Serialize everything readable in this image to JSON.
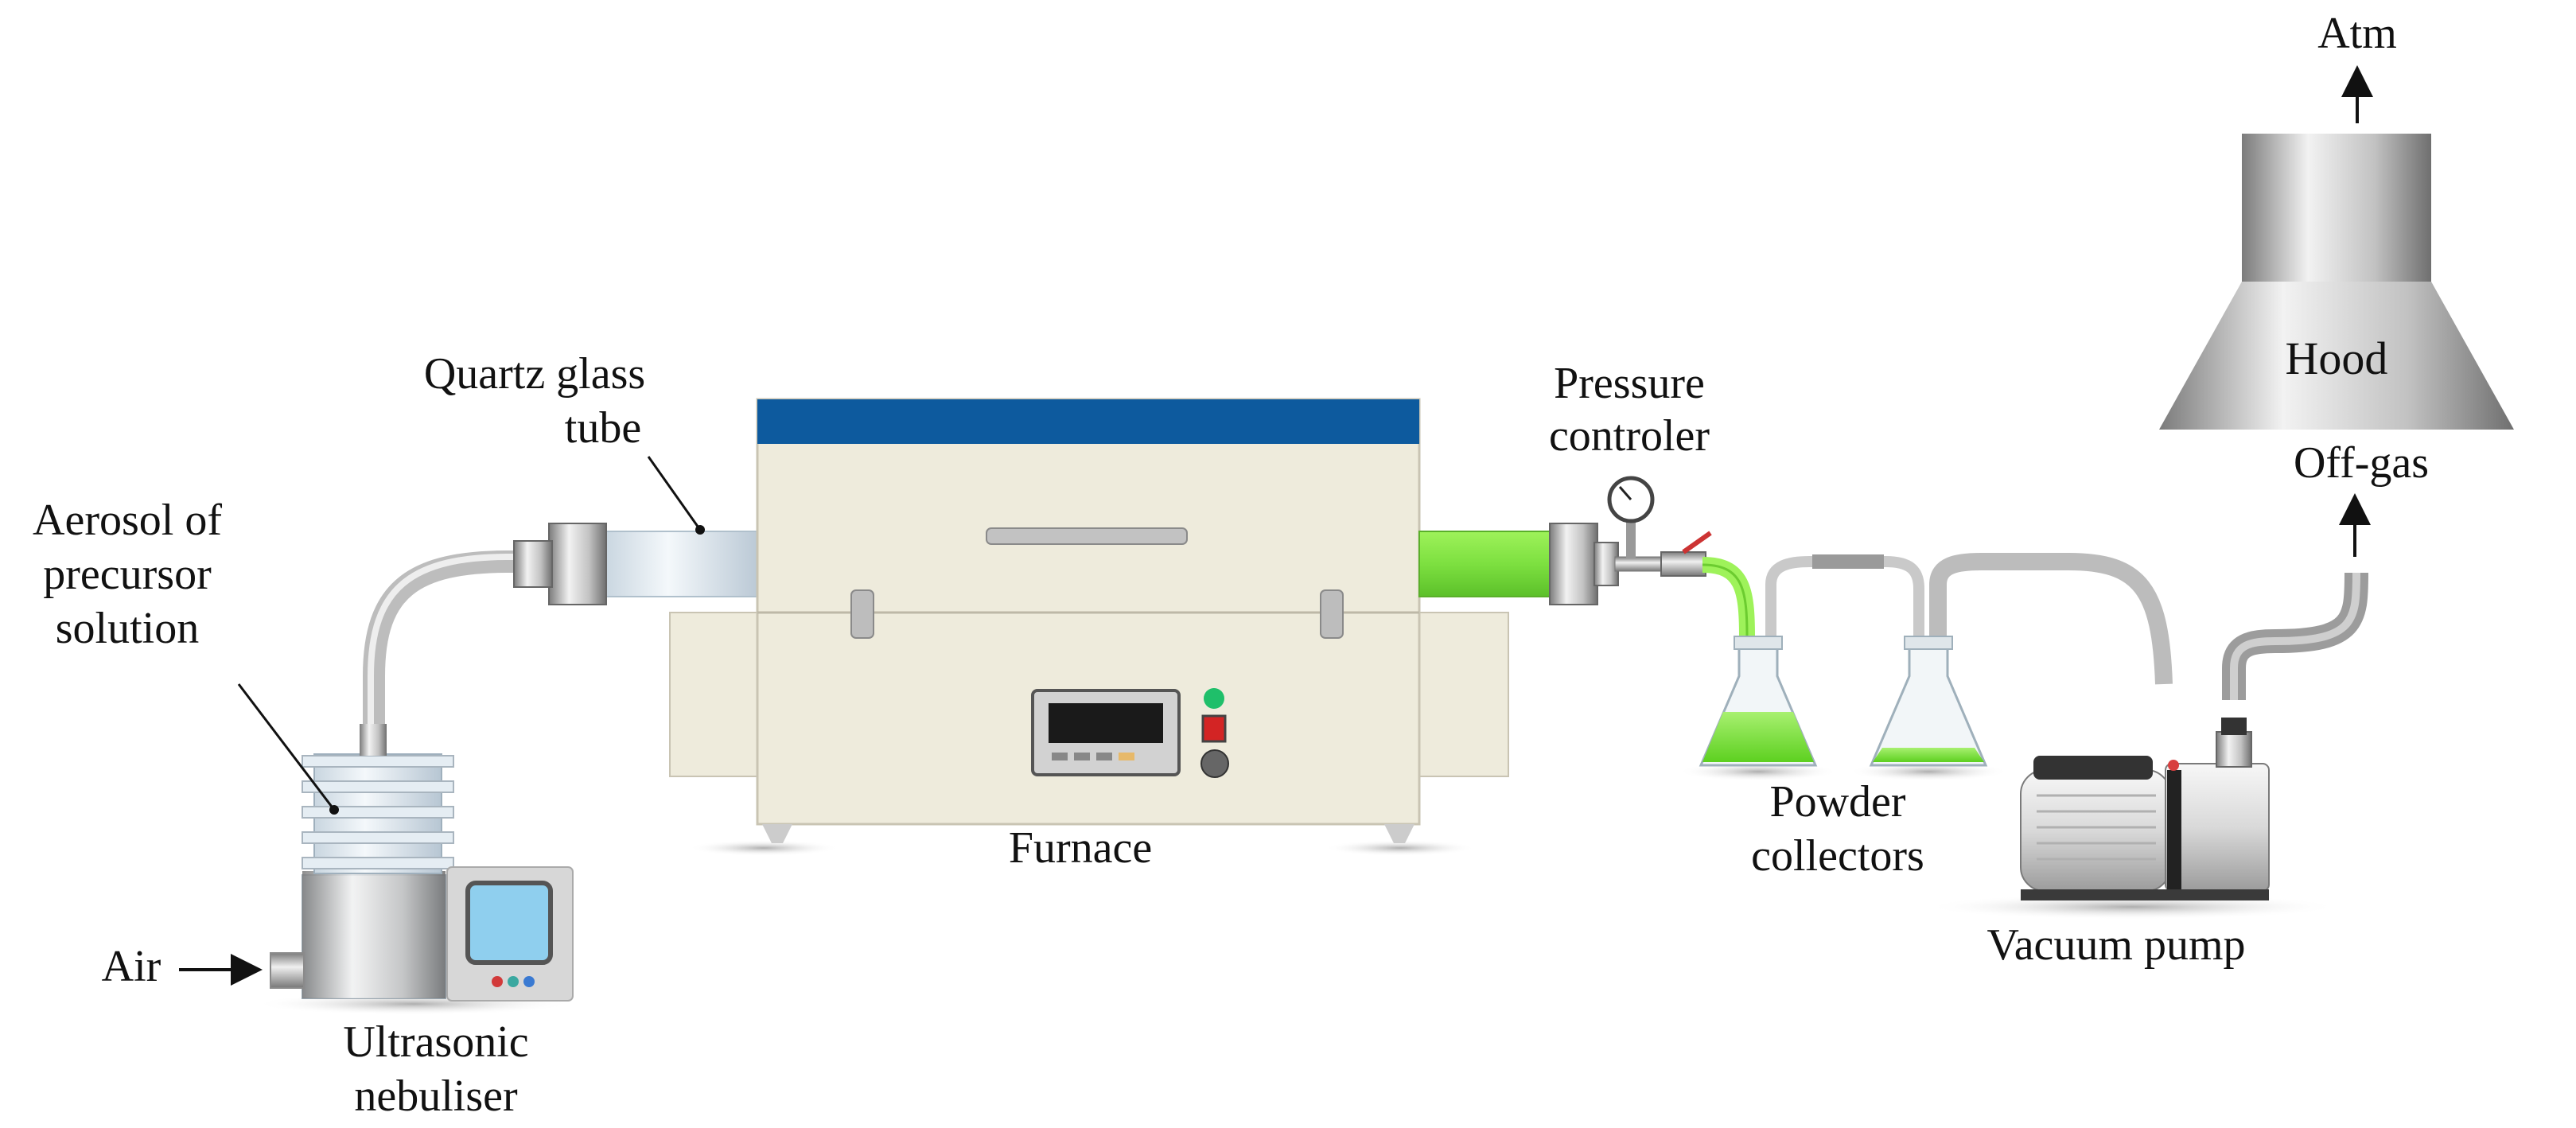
{
  "labels": {
    "atm": "Atm",
    "hood": "Hood",
    "off_gas": "Off-gas",
    "quartz_line1": "Quartz glass",
    "quartz_line2": "tube",
    "pressure_line1": "Pressure",
    "pressure_line2": "controler",
    "aerosol_line1": "Aerosol of",
    "aerosol_line2": "precursor",
    "aerosol_line3": "solution",
    "furnace": "Furnace",
    "powder_line1": "Powder",
    "powder_line2": "collectors",
    "vacuum_pump": "Vacuum pump",
    "air": "Air",
    "nebuliser_line1": "Ultrasonic",
    "nebuliser_line2": "nebuliser"
  },
  "colors": {
    "furnace_top": "#0d5a9e",
    "furnace_body": "#eeebdc",
    "green_liquid": "#7de040",
    "screen_blue": "#8fcfee",
    "steel": "#a9a9a9"
  }
}
